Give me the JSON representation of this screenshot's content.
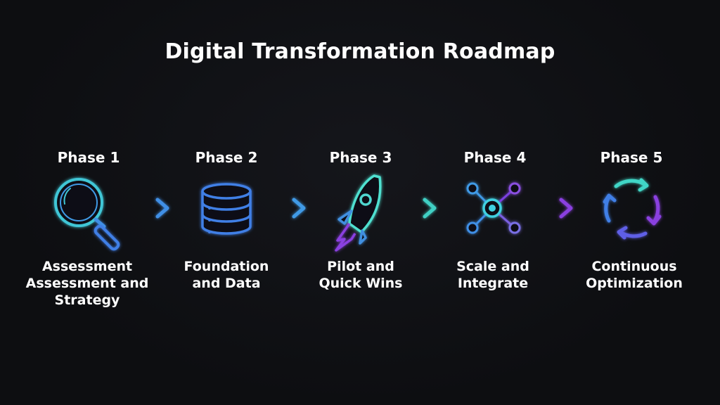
{
  "title": "Digital Transformation Roadmap",
  "colors": {
    "background": "#0e0f12",
    "blue": "#3f7fe6",
    "teal": "#3fd6c6",
    "purple": "#8a3fe0"
  },
  "phases": [
    {
      "label": "Phase 1",
      "desc_lines": [
        "Assessment",
        "Assessment and",
        "Strategy"
      ],
      "icon": "magnifier-icon"
    },
    {
      "label": "Phase 2",
      "desc_lines": [
        "Foundation",
        "and Data"
      ],
      "icon": "database-icon"
    },
    {
      "label": "Phase 3",
      "desc_lines": [
        "Pilot and",
        "Quick Wins"
      ],
      "icon": "rocket-icon"
    },
    {
      "label": "Phase 4",
      "desc_lines": [
        "Scale and",
        "Integrate"
      ],
      "icon": "network-icon"
    },
    {
      "label": "Phase 5",
      "desc_lines": [
        "Continuous",
        "Optimization"
      ],
      "icon": "cycle-icon"
    }
  ]
}
